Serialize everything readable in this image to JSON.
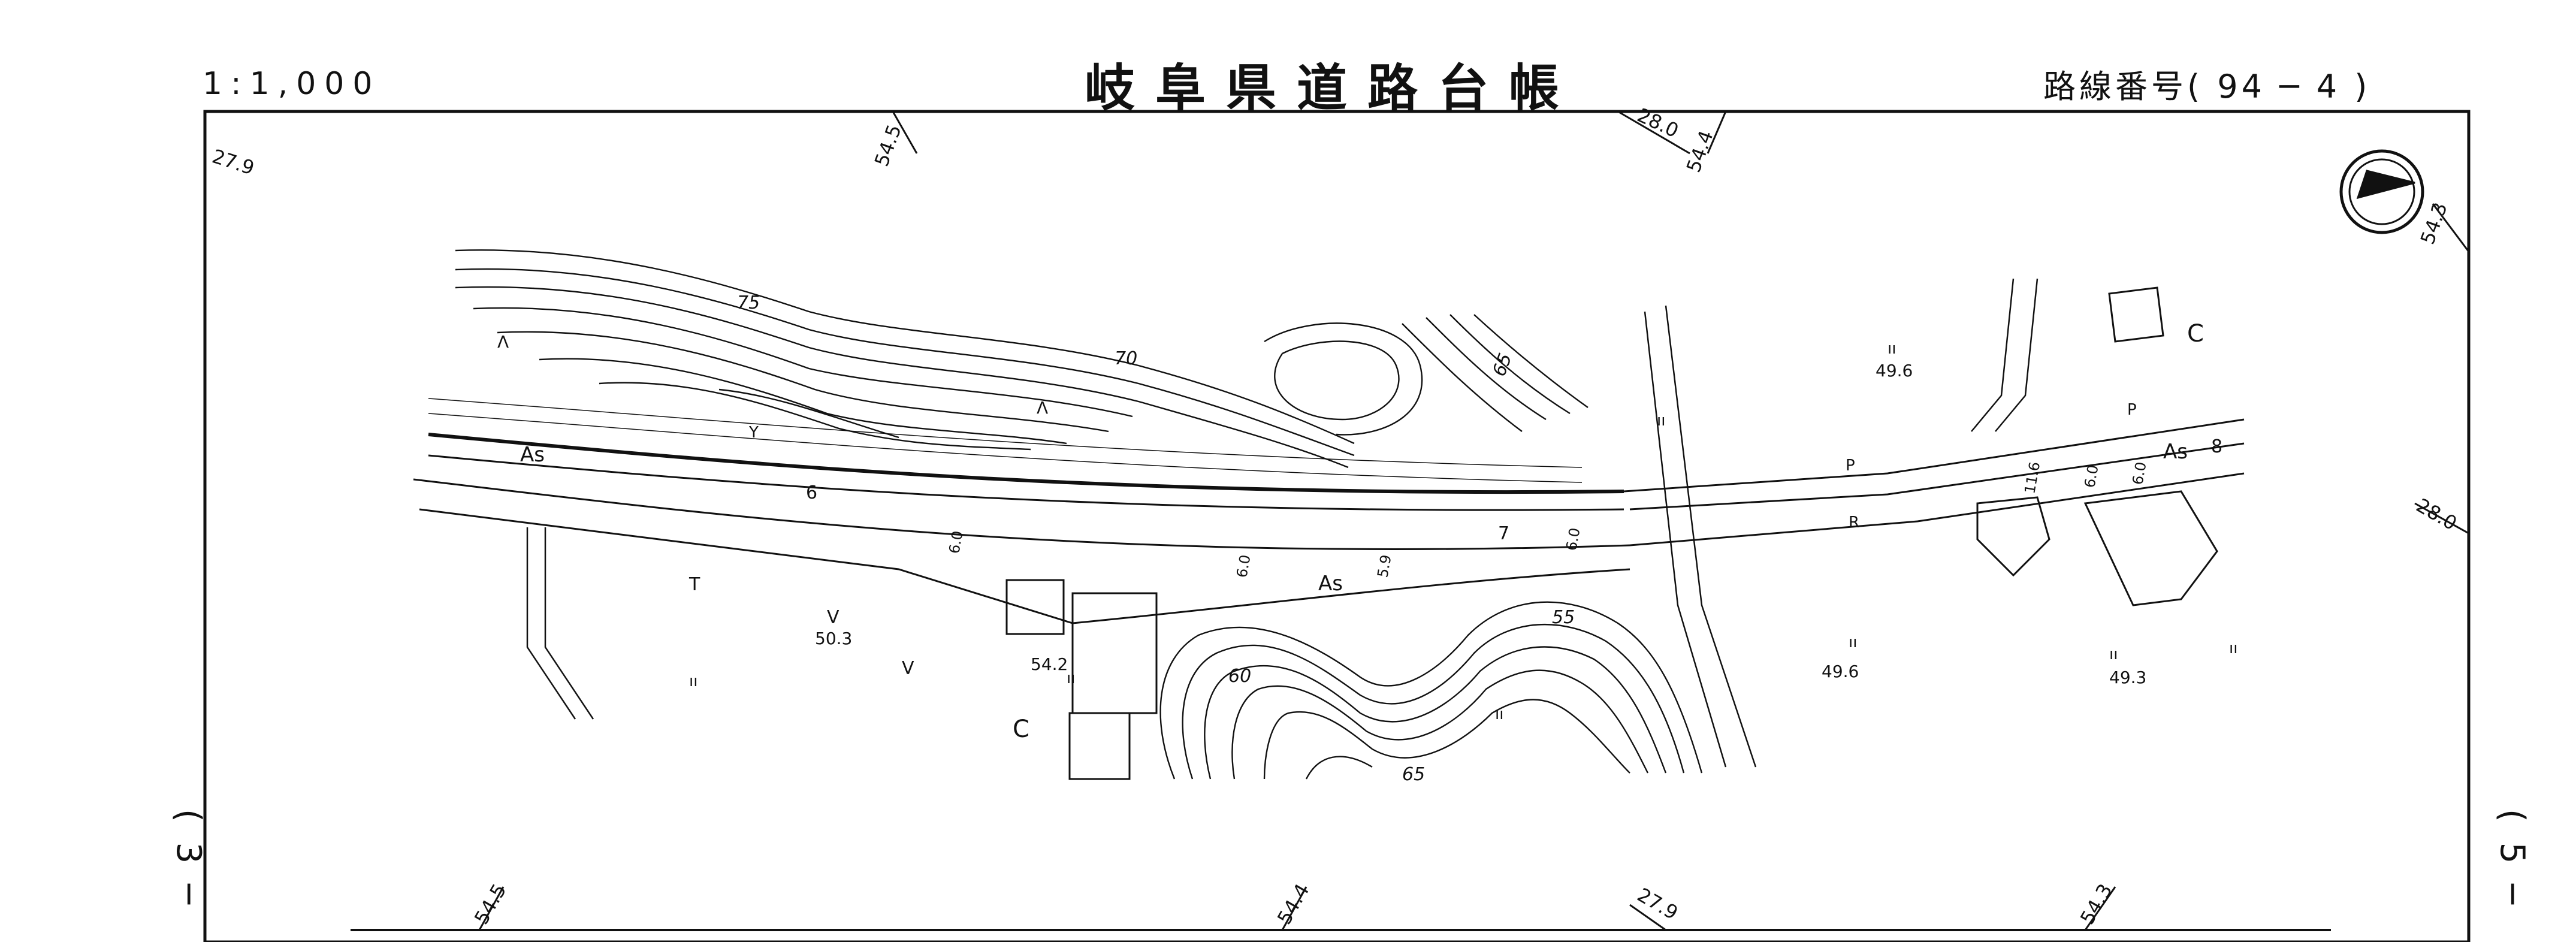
{
  "header": {
    "scale": "1:1,000",
    "title": "岐阜県道路台帳",
    "route_label": "路線番号",
    "route_number": "( 94 ─ 4 )"
  },
  "margin_refs": {
    "prev_sheet": "( 3 ─",
    "next_sheet": "( 5 ─"
  },
  "frame_ticks": {
    "top": [
      "27.9",
      "54.5",
      "28.0",
      "54.4"
    ],
    "right": [
      "54.3",
      "28.0"
    ],
    "bottom": [
      "54.5",
      "54.4",
      "27.9",
      "54.3"
    ]
  },
  "map": {
    "contours": [
      "75",
      "70",
      "65",
      "60",
      "55",
      "65"
    ],
    "elevations": [
      "49.6",
      "49.6",
      "49.3",
      "50.3",
      "54.2"
    ],
    "road_codes": [
      "As",
      "As",
      "As"
    ],
    "road_widths": [
      "6.0",
      "6.0",
      "5.9",
      "6.0",
      "6.0",
      "11.6",
      "6.0"
    ],
    "station_numbers": [
      "6",
      "7",
      "8"
    ],
    "labels": [
      "P",
      "P",
      "R"
    ],
    "symbols": [
      "Y",
      "Λ",
      "Λ",
      "ıı",
      "ıı",
      "ıı",
      "ıı",
      "ıı",
      "ıı",
      "ıı",
      "ıı",
      "ᐯ",
      "ᐯ",
      "T",
      "C",
      "C"
    ]
  },
  "colors": {
    "ink": "#111111",
    "paper": "#ffffff"
  },
  "icons": {
    "north_arrow": "north-arrow-icon"
  }
}
